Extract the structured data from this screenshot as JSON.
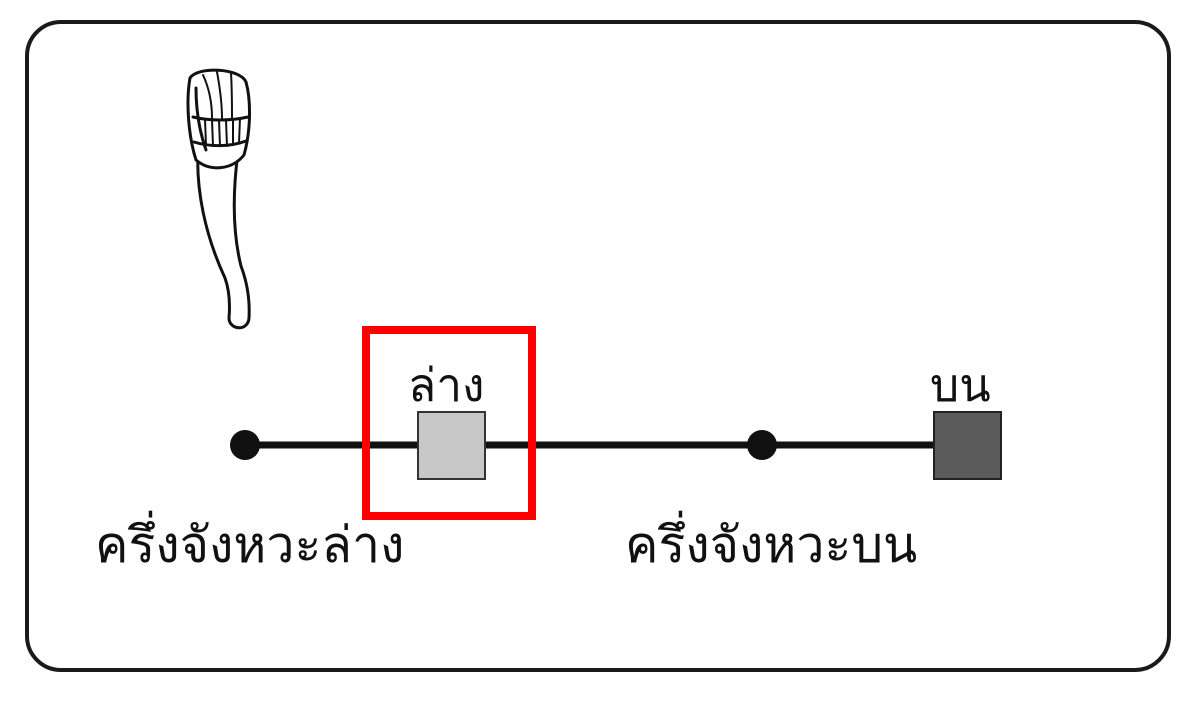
{
  "diagram": {
    "positions": {
      "low_label": "ล่าง",
      "up_label": "บน",
      "half_low_label": "ครึ่งจังหวะล่าง",
      "half_up_label": "ครึ่งจังหวะบน"
    },
    "highlighted_position": "low",
    "colors": {
      "line": "#111111",
      "low_marker": "#c8c8c8",
      "up_marker": "#5a5a5a",
      "highlight": "#ff0000"
    }
  }
}
